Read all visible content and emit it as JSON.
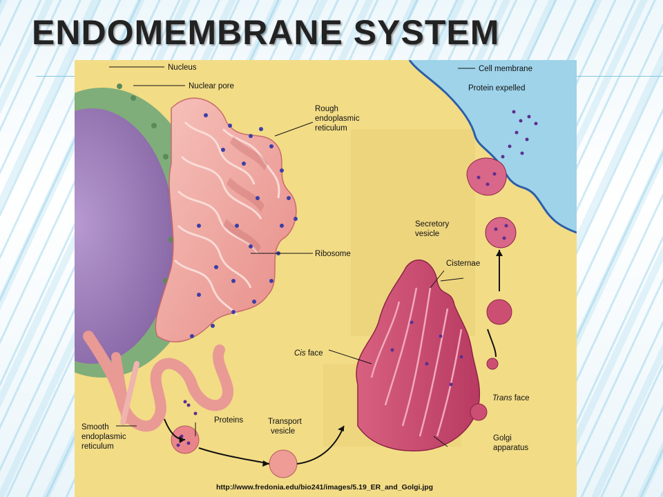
{
  "slide": {
    "title": "ENDOMEMBRANE SYSTEM"
  },
  "figure": {
    "labels": {
      "nucleus": "Nucleus",
      "nuclear_pore": "Nuclear pore",
      "rough_er_1": "Rough",
      "rough_er_2": "endoplasmic",
      "rough_er_3": "reticulum",
      "ribosome": "Ribosome",
      "cell_membrane": "Cell membrane",
      "protein_expelled": "Protein expelled",
      "secretory_vesicle_1": "Secretory",
      "secretory_vesicle_2": "vesicle",
      "cisternae": "Cisternae",
      "cis_face_1": "Cis",
      "cis_face_2": " face",
      "trans_face_1": "Trans",
      "trans_face_2": " face",
      "golgi_1": "Golgi",
      "golgi_2": "apparatus",
      "proteins": "Proteins",
      "transport_vesicle_1": "Transport",
      "transport_vesicle_2": "vesicle",
      "smooth_er_1": "Smooth",
      "smooth_er_2": "endoplasmic",
      "smooth_er_3": "reticulum"
    },
    "source_url": "http://www.fredonia.edu/bio241/images/5.19_ER_and_Golgi.jpg"
  },
  "colors": {
    "background_page": "#f2dc86",
    "nucleus_purple": "#9b7fb8",
    "nuclear_envelope": "#7fae7a",
    "rough_er": "#f0a9a3",
    "golgi": "#cc4f73",
    "cytoplasm_blue": "#9ed3ea",
    "ribosome": "#3b3fa6"
  }
}
